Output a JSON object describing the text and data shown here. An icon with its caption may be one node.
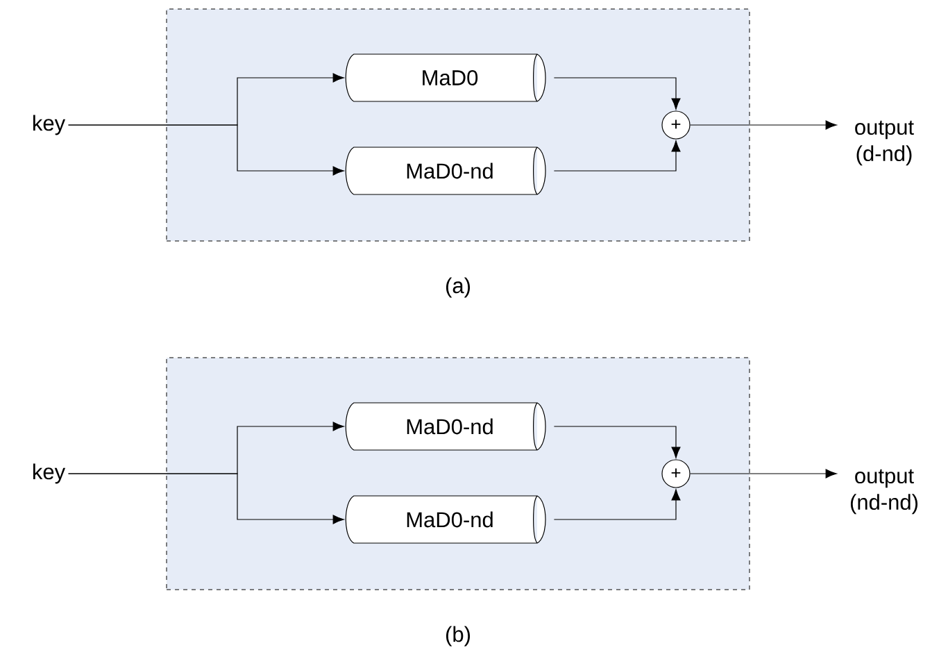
{
  "diagram": {
    "nodes": [
      {
        "text": [],
        "shape": "box"
      },
      {
        "text": [
          "key"
        ]
      },
      {
        "text": [
          "MaD0"
        ],
        "in": 0
      },
      {
        "text": [
          "MaD0-nd"
        ],
        "in": 0
      },
      {
        "text": [
          "+"
        ],
        "in": 0
      },
      {
        "text": [
          "output (d-nd)"
        ]
      },
      {
        "text": [],
        "shape": "box"
      },
      {
        "text": [
          "key"
        ]
      },
      {
        "text": [
          "MaD0-nd"
        ],
        "in": 6
      },
      {
        "text": [
          "MaD0-nd"
        ],
        "in": 6
      },
      {
        "text": [
          "+"
        ],
        "in": 6
      },
      {
        "text": [
          "output (nd-nd)"
        ]
      }
    ],
    "edges": [
      {
        "from": 1,
        "to": 2,
        "arrow": "to"
      },
      {
        "from": 1,
        "to": 3,
        "arrow": "to"
      },
      {
        "from": 2,
        "to": 4,
        "arrow": "to"
      },
      {
        "from": 3,
        "to": 4,
        "arrow": "to"
      },
      {
        "from": 4,
        "to": 5,
        "arrow": "to"
      },
      {
        "from": 7,
        "to": 8,
        "arrow": "to"
      },
      {
        "from": 7,
        "to": 9,
        "arrow": "to"
      },
      {
        "from": 8,
        "to": 10,
        "arrow": "to"
      },
      {
        "from": 9,
        "to": 10,
        "arrow": "to"
      },
      {
        "from": 10,
        "to": 11,
        "arrow": "to"
      }
    ],
    "labels": [
      "(a)",
      "(b)"
    ]
  }
}
